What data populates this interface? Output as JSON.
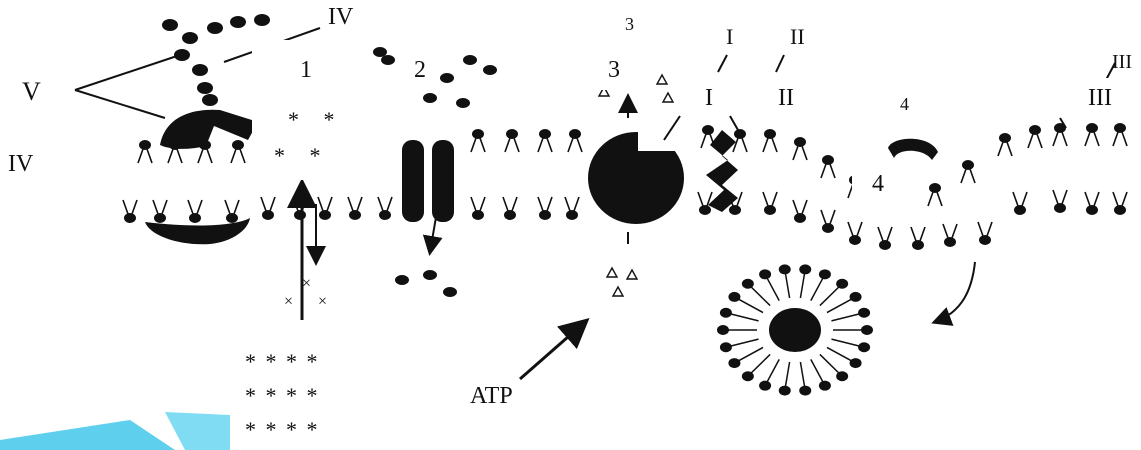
{
  "colors": {
    "ink": "#111111",
    "accent_cyan": "#5ed0ee",
    "paper": "#ffffff"
  },
  "labels": {
    "num_1": "1",
    "num_2": "2",
    "num_3": "3",
    "num_4": "4",
    "roman_I": "I",
    "roman_II": "II",
    "roman_III": "III",
    "roman_IV": "IV",
    "atp": "ATP"
  },
  "handwritten": {
    "IV": "IV",
    "V": "V",
    "I": "I",
    "II": "II",
    "III": "III",
    "3": "3",
    "4": "4"
  },
  "stars": {
    "top_row_1": "*   *",
    "top_row_2": "*   *",
    "bottom_row_1": "* * * *",
    "bottom_row_2": "* * * *",
    "bottom_row_3": "* * * *"
  },
  "symbols": {
    "cross": "×"
  }
}
